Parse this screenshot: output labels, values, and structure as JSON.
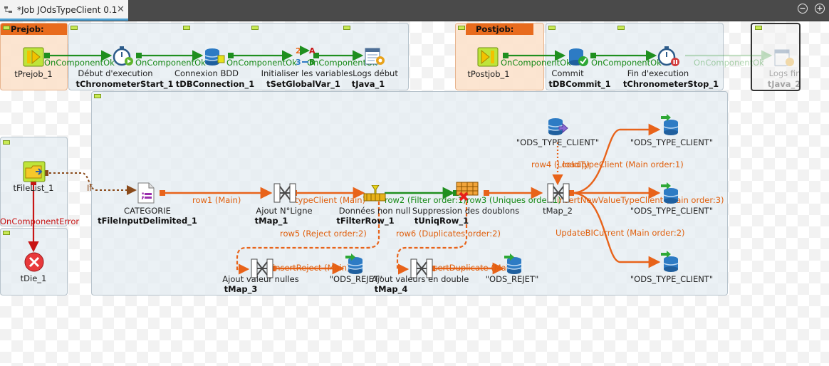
{
  "tab": {
    "title": "*Job JOdsTypeClient 0.1",
    "close": "✕"
  },
  "window": {
    "minimize": "−",
    "maximize": "+"
  },
  "subjobs": {
    "prejob_title": "Prejob:",
    "postjob_title": "Postjob:"
  },
  "components": {
    "prejob": {
      "label": "tPrejob_1",
      "name": ""
    },
    "chrono_start": {
      "label": "Début d'execution",
      "name": "tChronometerStart_1"
    },
    "db_connection": {
      "label": "Connexion BDD",
      "name": "tDBConnection_1"
    },
    "set_global_var": {
      "label": "Initialiser les variables",
      "name": "tSetGlobalVar_1"
    },
    "logs_debut": {
      "label": "Logs début",
      "name": "tJava_1"
    },
    "postjob": {
      "label": "tPostjob_1",
      "name": ""
    },
    "commit": {
      "label": "Commit",
      "name": "tDBCommit_1"
    },
    "chrono_stop": {
      "label": "Fin d'execution",
      "name": "tChronometerStop_1"
    },
    "logs_fin": {
      "label": "Logs fin",
      "name": "tJava_2"
    },
    "file_list": {
      "label": "tFileList_1",
      "name": ""
    },
    "die": {
      "label": "tDie_1",
      "name": ""
    },
    "categorie": {
      "label": "CATEGORIE",
      "name": "tFileInputDelimited_1"
    },
    "tmap_1": {
      "label": "Ajout N°Ligne",
      "name": "tMap_1"
    },
    "filter_row": {
      "label": "Données non null",
      "name": "tFilterRow_1"
    },
    "uniq_row": {
      "label": "Suppression des doublons",
      "name": "tUniqRow_1"
    },
    "tmap_2": {
      "label": "tMap_2",
      "name": ""
    },
    "tmap_3": {
      "label": "Ajout valeur nulles",
      "name": "tMap_3"
    },
    "ods_rejet_1": {
      "label": "\"ODS_REJET\"",
      "name": ""
    },
    "tmap_4": {
      "label": "Ajout valeurs en double",
      "name": "tMap_4"
    },
    "ods_rejet_2": {
      "label": "\"ODS_REJET\"",
      "name": ""
    },
    "ods_lookup": {
      "label": "\"ODS_TYPE_CLIENT\"",
      "name": ""
    },
    "ods_out_1": {
      "label": "\"ODS_TYPE_CLIENT\"",
      "name": ""
    },
    "ods_out_2": {
      "label": "\"ODS_TYPE_CLIENT\"",
      "name": ""
    },
    "ods_out_3": {
      "label": "\"ODS_TYPE_CLIENT\"",
      "name": ""
    }
  },
  "links": {
    "on_component_ok": "OnComponentOk",
    "on_component_error": "OnComponentError",
    "if": "If",
    "row1": "row1 (Main)",
    "type_client": "typeClient (Main)",
    "row2": "row2 (Filter order:1)",
    "row3": "row3 (Uniques order:1)",
    "row4": "row4 (Lookup)",
    "load_type_client": "loadTypeClient (Main order:1)",
    "insert_new_value": "insertNewValueTypeClient (Main order:3)",
    "update_bi_current": "UpdateBICurrent (Main order:2)",
    "row5": "row5 (Reject order:2)",
    "row6": "row6 (Duplicates order:2)",
    "insert_reject": "insertReject (Main)",
    "insert_duplicate": "insertDuplicate (Main)"
  },
  "colors": {
    "ok_link": "#1f8f1f",
    "main_link": "#e8631a",
    "error_link": "#c81414",
    "subjob_title": "#e86b1d"
  }
}
